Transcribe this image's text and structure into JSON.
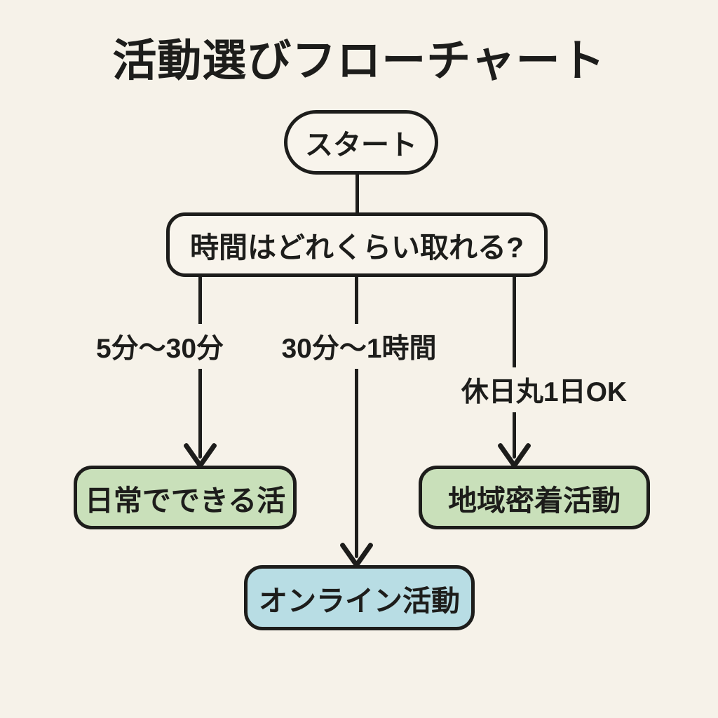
{
  "title": "活動選びフローチャート",
  "colors": {
    "background": "#f6f2e9",
    "ink": "#1d1d1b",
    "result_green": "#c9e0ba",
    "result_blue": "#b8dde4",
    "node_fill": "#f8f4ec"
  },
  "flowchart": {
    "start": {
      "label": "スタート"
    },
    "question": {
      "label": "時間はどれくらい取れる?"
    },
    "branches": [
      {
        "condition": "5分〜30分",
        "result": "日常でできる活",
        "result_color": "#c9e0ba"
      },
      {
        "condition": "30分〜1時間",
        "result": "オンライン活動",
        "result_color": "#b8dde4"
      },
      {
        "condition": "休日丸1日OK",
        "result": "地域密着活動",
        "result_color": "#c9e0ba"
      }
    ]
  }
}
